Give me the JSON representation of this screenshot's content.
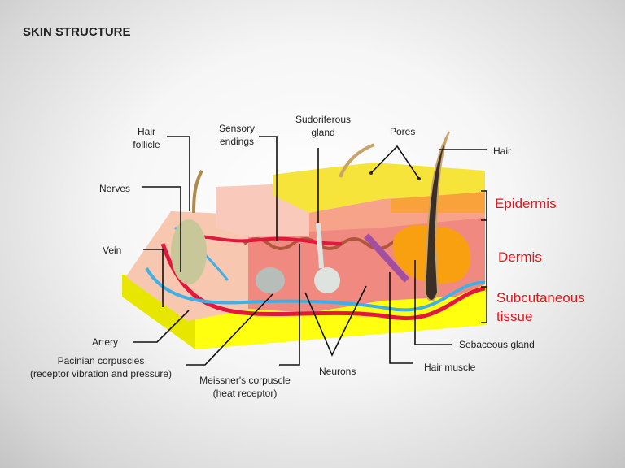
{
  "title": "SKIN STRUCTURE",
  "labels": {
    "hair_follicle": [
      "Hair",
      "follicle"
    ],
    "sensory_endings": [
      "Sensory",
      "endings"
    ],
    "sudoriferous_gland": [
      "Sudoriferous",
      "gland"
    ],
    "pores": "Pores",
    "hair": "Hair",
    "nerves": "Nerves",
    "vein": "Vein",
    "artery": "Artery",
    "pacinian": [
      "Pacinian corpuscles",
      "(receptor vibration and pressure)"
    ],
    "meissner": [
      "Meissner's corpuscle",
      "(heat receptor)"
    ],
    "neurons": "Neurons",
    "hair_muscle": "Hair muscle",
    "sebaceous_gland": "Sebaceous gland"
  },
  "layers": {
    "epidermis": "Epidermis",
    "dermis": "Dermis",
    "subcutaneous": [
      "Subcutaneous",
      "tissue"
    ]
  },
  "colors": {
    "layer_label": "#e8141c",
    "epidermis": "#f7e43a",
    "dermis": "#f28b80",
    "fat": "#ffff10",
    "artery": "#e3173e",
    "vein": "#3fb0e6"
  }
}
